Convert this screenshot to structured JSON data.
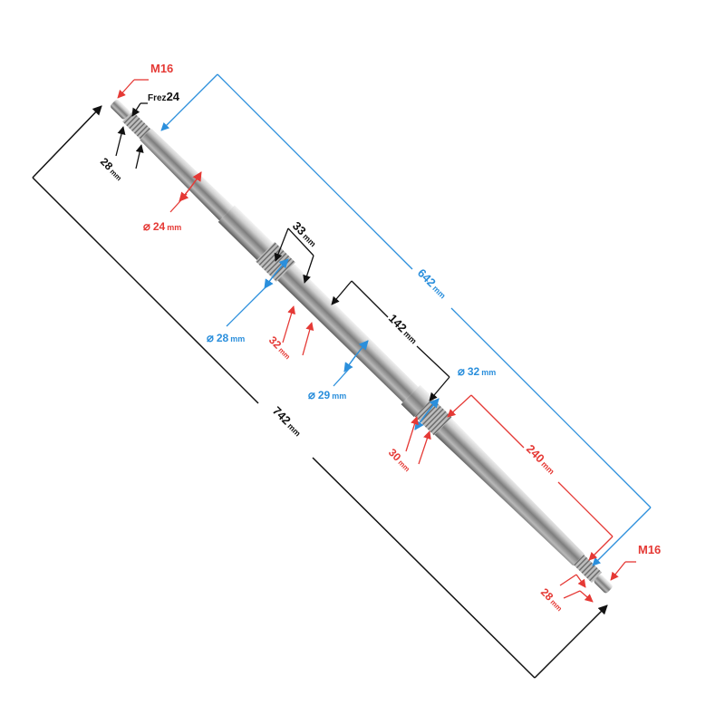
{
  "colors": {
    "red": "#e53935",
    "blue": "#2b8fdc",
    "black": "#111111",
    "steel_light": "#e6e6e6",
    "steel_mid": "#9a9a9a",
    "steel_dark": "#4a4a4a"
  },
  "labels": {
    "m16_top": "M16",
    "frez": "Frez",
    "frez_num": "24",
    "spline_top_len": "28",
    "spline_top_unit": "mm",
    "dia_24": "24",
    "dia_24_unit": "mm",
    "len_33": "33",
    "len_33_unit": "mm",
    "dia_28": "28",
    "dia_28_unit": "mm",
    "spline_32": "32",
    "spline_32_unit": "mm",
    "len_142": "142",
    "len_142_unit": "mm",
    "dia_29": "29",
    "dia_29_unit": "mm",
    "dia_32": "32",
    "dia_32_unit": "mm",
    "spline_30": "30",
    "spline_30_unit": "mm",
    "len_240": "240",
    "len_240_unit": "mm",
    "len_642": "642",
    "len_642_unit": "mm",
    "len_742": "742",
    "len_742_unit": "mm",
    "m16_bottom": "M16",
    "spline_bottom_len": "28",
    "spline_bottom_unit": "mm"
  },
  "icons": {
    "diameter_symbol": "⌀"
  }
}
